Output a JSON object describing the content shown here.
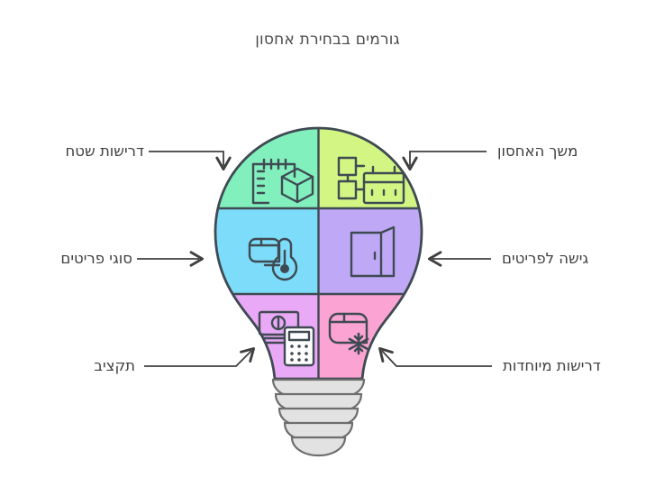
{
  "page": {
    "title": "גורמים בבחירת אחסון",
    "background_color": "#ffffff",
    "text_color": "#3f3f3f"
  },
  "diagram": {
    "shape": "lightbulb",
    "outline_color": "#3f4a52",
    "base_color": "#e2e2e2",
    "base_segments": 5,
    "segments": [
      {
        "position": "top-left",
        "label": "דרישות שטח",
        "color": "#81f0bd",
        "icon": "ruler-and-box-icon",
        "label_side": "left",
        "arrow": "elbow-down-right"
      },
      {
        "position": "top-right",
        "label": "משך האחסון",
        "color": "#d2f583",
        "icon": "boxes-and-calendar-icon",
        "label_side": "right",
        "arrow": "elbow-down-left"
      },
      {
        "position": "middle-left",
        "label": "סוגי פריטים",
        "color": "#7ddcf9",
        "icon": "box-and-thermometer-icon",
        "label_side": "left",
        "arrow": "straight-right"
      },
      {
        "position": "middle-right",
        "label": "גישה לפריטים",
        "color": "#bfa9f7",
        "icon": "door-icon",
        "label_side": "right",
        "arrow": "straight-left"
      },
      {
        "position": "bottom-left",
        "label": "תקציב",
        "color": "#eaa9f6",
        "icon": "money-and-calculator-icon",
        "label_side": "left",
        "arrow": "elbow-up-right"
      },
      {
        "position": "bottom-right",
        "label": "דרישות מיוחדות",
        "color": "#fba3d2",
        "icon": "box-and-snowflake-icon",
        "label_side": "right",
        "arrow": "elbow-up-left"
      }
    ]
  }
}
